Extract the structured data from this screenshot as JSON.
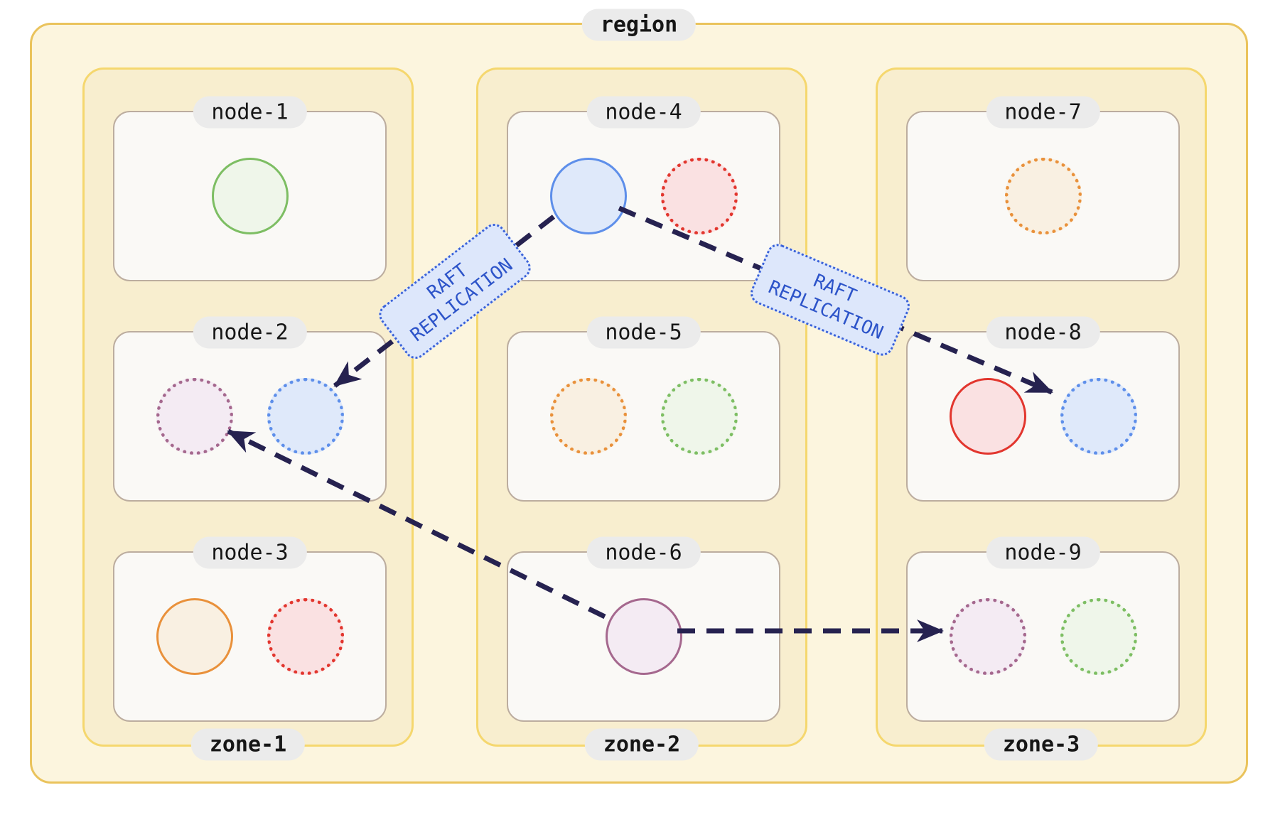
{
  "region": {
    "label": "region"
  },
  "zones": [
    {
      "label": "zone-1",
      "nodes": [
        {
          "label": "node-1",
          "replicas": [
            {
              "kind": "green",
              "style": "solid"
            }
          ]
        },
        {
          "label": "node-2",
          "replicas": [
            {
              "kind": "purple",
              "style": "dotted"
            },
            {
              "kind": "blue",
              "style": "dotted"
            }
          ]
        },
        {
          "label": "node-3",
          "replicas": [
            {
              "kind": "orange",
              "style": "solid"
            },
            {
              "kind": "red",
              "style": "dotted"
            }
          ]
        }
      ]
    },
    {
      "label": "zone-2",
      "nodes": [
        {
          "label": "node-4",
          "replicas": [
            {
              "kind": "blue",
              "style": "solid"
            },
            {
              "kind": "red",
              "style": "dotted"
            }
          ]
        },
        {
          "label": "node-5",
          "replicas": [
            {
              "kind": "orange",
              "style": "dotted"
            },
            {
              "kind": "green",
              "style": "dotted"
            }
          ]
        },
        {
          "label": "node-6",
          "replicas": [
            {
              "kind": "purple",
              "style": "solid"
            }
          ]
        }
      ]
    },
    {
      "label": "zone-3",
      "nodes": [
        {
          "label": "node-7",
          "replicas": [
            {
              "kind": "orange",
              "style": "dotted"
            }
          ]
        },
        {
          "label": "node-8",
          "replicas": [
            {
              "kind": "red",
              "style": "solid"
            },
            {
              "kind": "blue",
              "style": "dotted"
            }
          ]
        },
        {
          "label": "node-9",
          "replicas": [
            {
              "kind": "purple",
              "style": "dotted"
            },
            {
              "kind": "green",
              "style": "dotted"
            }
          ]
        }
      ]
    }
  ],
  "raft_labels": [
    {
      "text": "RAFT REPLICATION"
    },
    {
      "text": "RAFT REPLICATION"
    }
  ],
  "arrows": [
    {
      "from": "node-4 blue replica",
      "to": "node-2 blue replica",
      "label": "RAFT REPLICATION"
    },
    {
      "from": "node-4 blue replica",
      "to": "node-8 blue replica",
      "label": "RAFT REPLICATION"
    },
    {
      "from": "node-6 purple replica",
      "to": "node-2 purple replica",
      "label": ""
    },
    {
      "from": "node-6 purple replica",
      "to": "node-9 purple replica",
      "label": ""
    }
  ],
  "colors": {
    "theme": {
      "region_bg": "#FCF5DE",
      "region_border": "#EAC35C",
      "zone_bg": "#F8EECF",
      "zone_border": "#F5D76E",
      "node_bg": "#FAF9F6",
      "node_border": "#BCAD9F",
      "pill_bg": "#EBEBEB",
      "pill_text": "#161616",
      "arrow": "#262250",
      "raft_bg": "#DDE7FB",
      "raft_border": "#3A62D9",
      "raft_text": "#2D54C9"
    },
    "replica": {
      "green": {
        "stroke": "#7DBE63",
        "fill": "#EFF6EA"
      },
      "purple": {
        "stroke": "#A5688E",
        "fill": "#F4EBF3"
      },
      "blue": {
        "stroke": "#5E8FEA",
        "fill": "#DFE9FA"
      },
      "orange": {
        "stroke": "#E9913B",
        "fill": "#F9F0E2"
      },
      "red": {
        "stroke": "#E2362E",
        "fill": "#FAE1E2"
      }
    }
  }
}
